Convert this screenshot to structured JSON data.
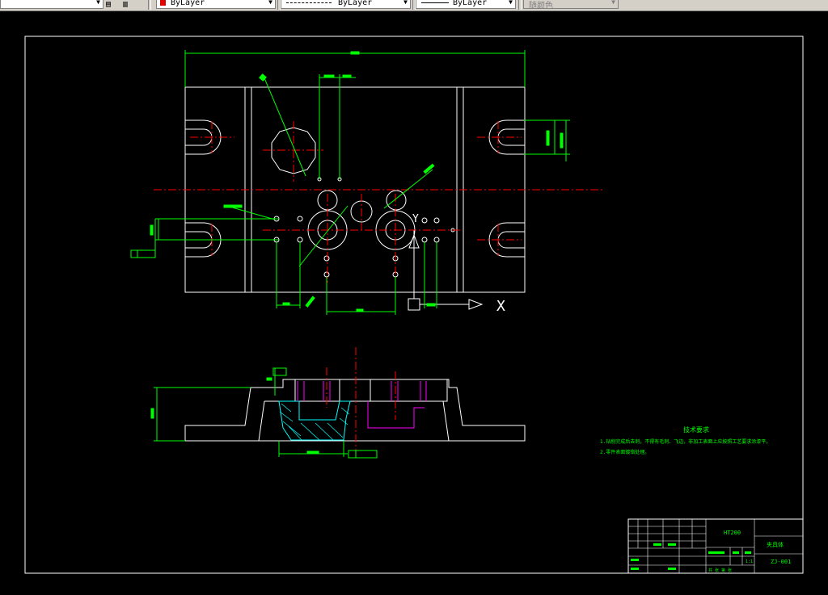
{
  "toolbar": {
    "color_dropdown": {
      "value": "ByLayer",
      "swatch_color": "#e00000"
    },
    "linetype_dropdown": {
      "value": "ByLayer"
    },
    "lineweight_dropdown": {
      "value": "ByLayer"
    },
    "plotstyle_dropdown": {
      "value": "随颜色"
    },
    "icons": [
      "layer-states-icon",
      "layer-previous-icon"
    ]
  },
  "drawing": {
    "background": "#000000",
    "colors": {
      "geometry": "#ffffff",
      "dimensions": "#00ff00",
      "centerlines": "#ff0000",
      "hidden": "#ff00ff",
      "hatch": "#00ffff"
    },
    "ucs_icon": {
      "x_label": "X",
      "y_label": "Y"
    },
    "notes": {
      "title": "技术要求",
      "lines": [
        "1.钻削完成后去刺，不得有毛刺、飞边，非加工表面上应按照工艺要求涂漆平。",
        "2.零件表面镀铬处理。"
      ]
    },
    "title_block": {
      "material": "HT200",
      "part_name": "夹具体",
      "drawing_number": "ZJ-001",
      "scale_label": "1:1",
      "sheet_label": "共 张 第 张"
    }
  }
}
